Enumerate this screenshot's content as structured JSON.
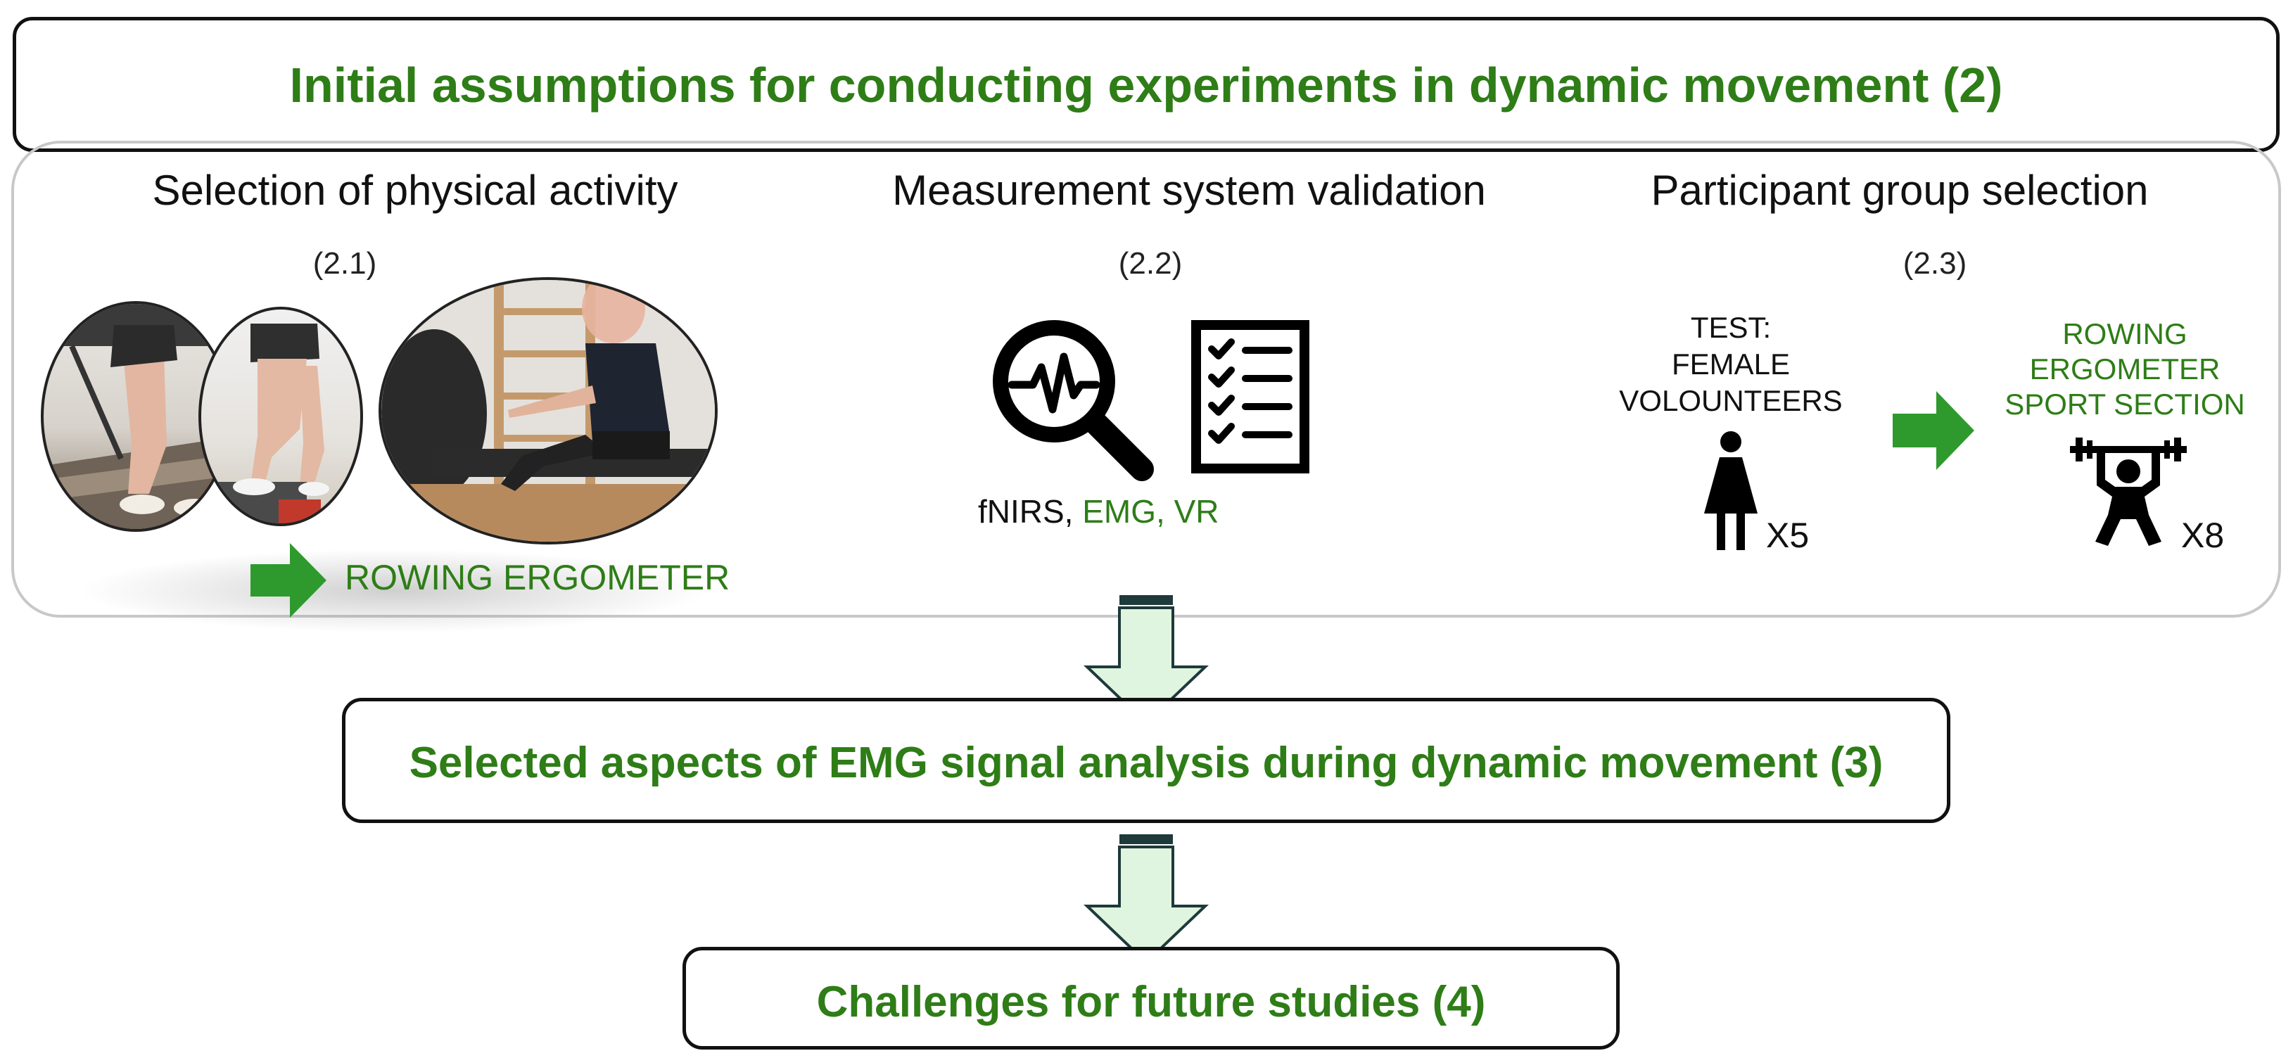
{
  "colors": {
    "green_text": "#2e7d17",
    "arrow_green": "#2e9a2e",
    "down_arrow_fill": "#dff5df",
    "border": "#111111",
    "panel_border": "#c8c8c8"
  },
  "top_box": {
    "title": "Initial assumptions for conducting experiments in dynamic movement (2)"
  },
  "columns": {
    "activity": {
      "title": "Selection of physical activity",
      "number": "(2.1)",
      "photos": [
        "treadmill-photo",
        "step-photo",
        "rowing-ergometer-photo"
      ],
      "result_label": "ROWING ERGOMETER"
    },
    "validation": {
      "title": "Measurement system validation",
      "number": "(2.2)",
      "icons": [
        "signal-search-icon",
        "checklist-icon"
      ],
      "caption_part1": "fNIRS, ",
      "caption_part2": "EMG, VR"
    },
    "participants": {
      "title": "Participant group selection",
      "number": "(2.3)",
      "test_line1": "TEST:",
      "test_line2": "FEMALE",
      "test_line3": "VOLOUNTEERS",
      "test_count": "X5",
      "target_line1": "ROWING",
      "target_line2": "ERGOMETER",
      "target_line3": "SPORT SECTION",
      "target_count": "X8",
      "icons": [
        "woman-icon",
        "weightlifter-icon"
      ]
    }
  },
  "middle_box": {
    "title": "Selected aspects of EMG signal analysis during dynamic movement (3)"
  },
  "bottom_box": {
    "title": "Challenges for future studies (4)"
  }
}
